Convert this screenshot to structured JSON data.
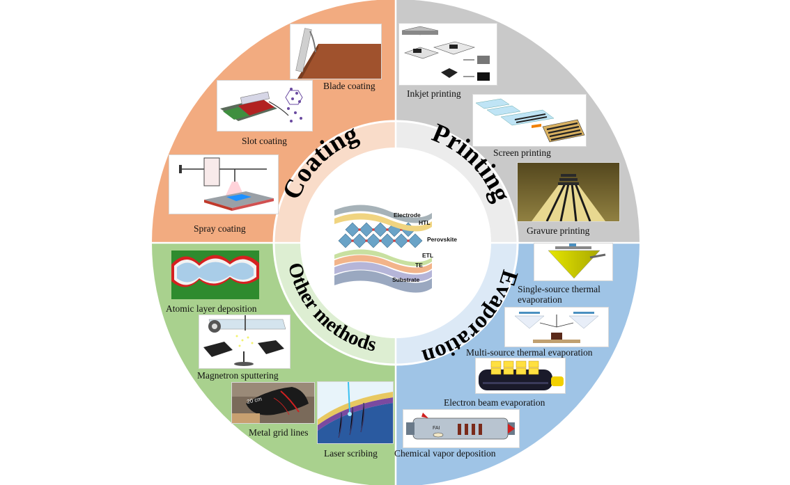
{
  "quadrants": {
    "coating": {
      "title": "Coating",
      "color": "#f2ab80",
      "inner_color": "#f9dcc9",
      "items": [
        {
          "label": "Blade coating",
          "icon": "blade-coating-image"
        },
        {
          "label": "Slot coating",
          "icon": "slot-coating-image"
        },
        {
          "label": "Spray coating",
          "icon": "spray-coating-image"
        }
      ]
    },
    "printing": {
      "title": "Printing",
      "color": "#c9c9c9",
      "inner_color": "#ececec",
      "items": [
        {
          "label": "Inkjet printing",
          "icon": "inkjet-printing-image"
        },
        {
          "label": "Screen printing",
          "icon": "screen-printing-image"
        },
        {
          "label": "Gravure printing",
          "icon": "gravure-printing-image"
        }
      ]
    },
    "evaporation": {
      "title": "Evaporation",
      "color": "#9fc4e6",
      "inner_color": "#dce9f6",
      "items": [
        {
          "label": "Single-source thermal evaporation",
          "icon": "single-source-evaporation-image"
        },
        {
          "label": "Multi-source thermal evaporation",
          "icon": "multi-source-evaporation-image"
        },
        {
          "label": "Electron beam evaporation",
          "icon": "electron-beam-evaporation-image"
        },
        {
          "label": "Chemical vapor deposition",
          "icon": "chemical-vapor-deposition-image"
        }
      ]
    },
    "other": {
      "title": "Other methods",
      "color": "#a9d18e",
      "inner_color": "#ddeed2",
      "items": [
        {
          "label": "Atomic layer deposition",
          "icon": "atomic-layer-deposition-image"
        },
        {
          "label": "Magnetron sputtering",
          "icon": "magnetron-sputtering-image"
        },
        {
          "label": "Metal grid lines",
          "icon": "metal-grid-lines-image"
        },
        {
          "label": "Laser scribing",
          "icon": "laser-scribing-image"
        }
      ]
    }
  },
  "device_stack": {
    "layers": [
      "Electrode",
      "HTL",
      "Perovskite",
      "ETL",
      "TE",
      "Substrate"
    ],
    "icon": "perovskite-device-stack-image"
  }
}
